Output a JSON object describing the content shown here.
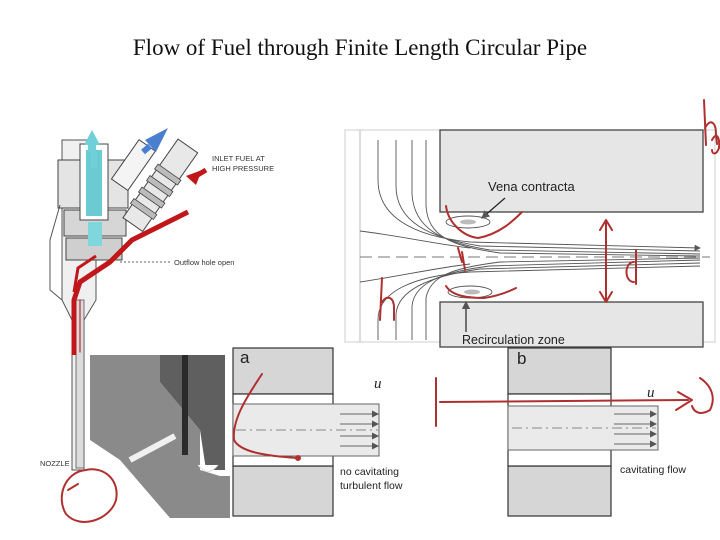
{
  "slide": {
    "title": "Flow of Fuel through Finite Length Circular Pipe"
  },
  "injector": {
    "inlet_label_line1": "INLET FUEL AT",
    "inlet_label_line2": "HIGH PRESSURE",
    "outflow_label": "Outflow hole open",
    "nozzle_label": "NOZZLE",
    "colors": {
      "fuel": "#c0181a",
      "outflow_arrow": "#6fd0d8",
      "inlet_arrow": "#4a7fd0"
    }
  },
  "orifice": {
    "vena_contracta": "Vena contracta",
    "recirculation_zone": "Recirculation zone"
  },
  "panel_a": {
    "letter": "a",
    "velocity": "u",
    "caption_line1": "no cavitating",
    "caption_line2": "turbulent flow"
  },
  "panel_b": {
    "letter": "b",
    "velocity": "u",
    "caption": "cavitating flow"
  },
  "annotations": {
    "color": "#b03030",
    "d_label": "d"
  }
}
